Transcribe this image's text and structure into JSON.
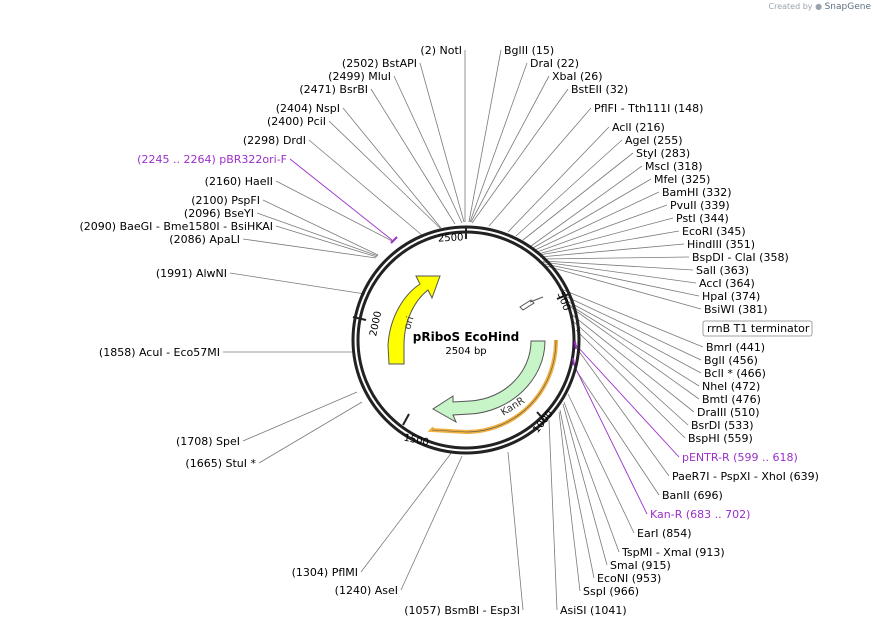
{
  "credit": {
    "prefix": "Created by",
    "brand": "SnapGene"
  },
  "plasmid": {
    "name": "pRiboS EcoHind",
    "length_label": "2504 bp",
    "length": 2504
  },
  "ticks": [
    "500",
    "1000",
    "1500",
    "2000",
    "2500"
  ],
  "features": {
    "ori": "ori",
    "kanr": "KanR",
    "terminator": "rrnB T1 terminator"
  },
  "right_labels": [
    {
      "text": "BglII  (15)"
    },
    {
      "text": "DraI  (22)"
    },
    {
      "text": "XbaI  (26)"
    },
    {
      "text": "BstEII  (32)"
    },
    {
      "text": "PflFI - Tth111I  (148)"
    },
    {
      "text": "AclI  (216)"
    },
    {
      "text": "AgeI  (255)"
    },
    {
      "text": "StyI  (283)"
    },
    {
      "text": "MscI  (318)"
    },
    {
      "text": "MfeI  (325)"
    },
    {
      "text": "BamHI  (332)"
    },
    {
      "text": "PvuII  (339)"
    },
    {
      "text": "PstI  (344)"
    },
    {
      "text": "EcoRI  (345)"
    },
    {
      "text": "HindIII  (351)"
    },
    {
      "text": "BspDI - ClaI  (358)"
    },
    {
      "text": "SalI  (363)"
    },
    {
      "text": "AccI  (364)"
    },
    {
      "text": "HpaI  (374)"
    },
    {
      "text": "BsiWI  (381)"
    },
    {
      "text": "BmrI  (441)"
    },
    {
      "text": "BglI  (456)"
    },
    {
      "text": "BclI *  (466)"
    },
    {
      "text": "NheI  (472)"
    },
    {
      "text": "BmtI  (476)"
    },
    {
      "text": "DraIII  (510)"
    },
    {
      "text": "BsrDI  (533)"
    },
    {
      "text": "BspHI  (559)"
    },
    {
      "text": "pENTR-R  (599 .. 618)"
    },
    {
      "text": "PaeR7I - PspXI - XhoI  (639)"
    },
    {
      "text": "BanII  (696)"
    },
    {
      "text": "Kan-R  (683 .. 702)"
    },
    {
      "text": "EarI  (854)"
    },
    {
      "text": "TspMI - XmaI  (913)"
    },
    {
      "text": "SmaI  (915)"
    },
    {
      "text": "EcoNI  (953)"
    },
    {
      "text": "SspI  (966)"
    },
    {
      "text": "AsiSI  (1041)"
    }
  ],
  "left_labels": [
    {
      "text": "(2)  NotI"
    },
    {
      "text": "(2502)  BstAPI"
    },
    {
      "text": "(2499)  MluI"
    },
    {
      "text": "(2471)  BsrBI"
    },
    {
      "text": "(2404)  NspI"
    },
    {
      "text": "(2400)  PciI"
    },
    {
      "text": "(2298)  DrdI"
    },
    {
      "text": "(2245 .. 2264)  pBR322ori-F"
    },
    {
      "text": "(2160)  HaeII"
    },
    {
      "text": "(2100)  PspFI"
    },
    {
      "text": "(2096)  BseYI"
    },
    {
      "text": "(2090)  BaeGI - Bme1580I - BsiHKAI"
    },
    {
      "text": "(2086)  ApaLI"
    },
    {
      "text": "(1991)  AlwNI"
    },
    {
      "text": "(1858)  AcuI - Eco57MI"
    },
    {
      "text": "(1708)  SpeI"
    },
    {
      "text": "(1665)  StuI *"
    },
    {
      "text": "(1304)  PflMI"
    },
    {
      "text": "(1240)  AseI"
    },
    {
      "text": "(1057)  BsmBI - Esp3I"
    }
  ],
  "colors": {
    "backbone": "#222222",
    "ori": "#ffff00",
    "kanr": "#c8f5c8",
    "kanr_primer": "#f0b040",
    "primer": "#9b30c8"
  }
}
